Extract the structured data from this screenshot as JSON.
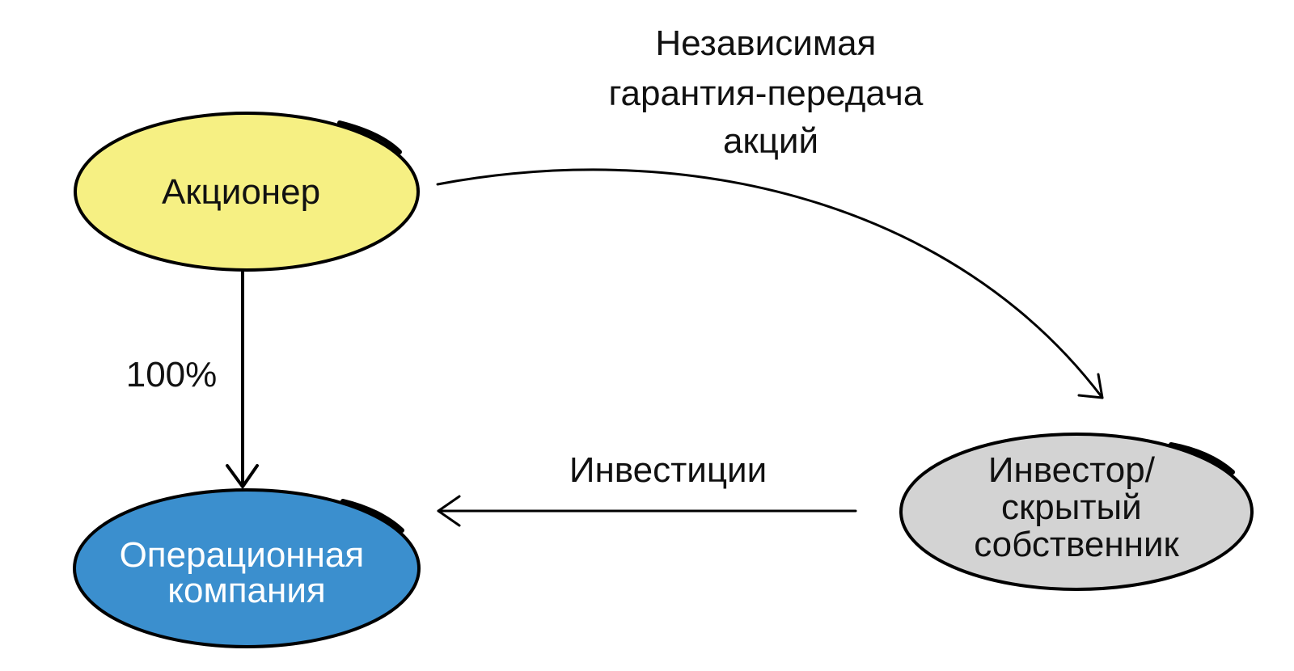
{
  "diagram": {
    "nodes": {
      "shareholder": {
        "label": "Акционер",
        "fill": "#f6f083"
      },
      "operating_company": {
        "lines": [
          "Операционная",
          "компания"
        ],
        "fill": "#3b8fce",
        "text_color": "#ffffff"
      },
      "investor": {
        "lines": [
          "Инвестор/",
          "скрытый",
          "собственник"
        ],
        "fill": "#d3d3d3"
      }
    },
    "edges": {
      "ownership": {
        "label": "100%"
      },
      "guarantee": {
        "lines": [
          "Независимая",
          "гарантия-передача",
          "акций"
        ]
      },
      "investment": {
        "label": "Инвестиции"
      }
    }
  }
}
